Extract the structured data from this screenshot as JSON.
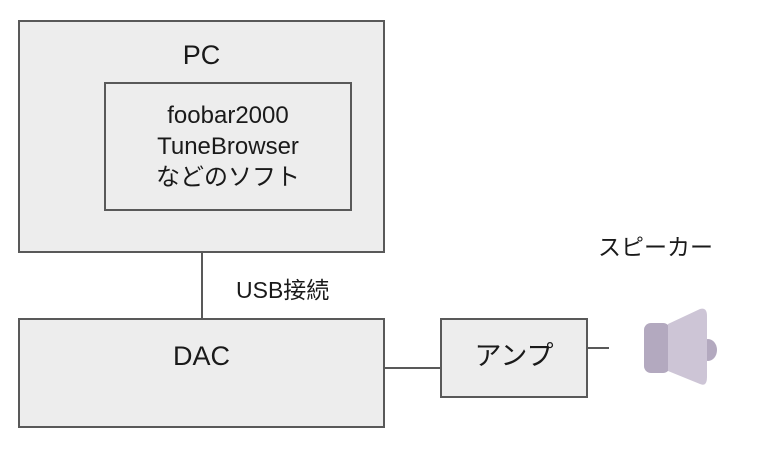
{
  "diagram": {
    "title": "PC to DAC to Amp to Speaker audio chain",
    "colors": {
      "box_fill": "#ededed",
      "box_border": "#595959",
      "text": "#1a1a1a",
      "connector": "#595959",
      "speaker_body": "#b3a9bf",
      "speaker_cone": "#cdc5d6",
      "background": "#ffffff"
    },
    "nodes": {
      "pc": {
        "label": "PC",
        "software": {
          "lines": [
            "foobar2000",
            "TuneBrowser",
            "などのソフト"
          ]
        }
      },
      "dac": {
        "label": "DAC"
      },
      "amp": {
        "label": "アンプ"
      },
      "speaker": {
        "label": "スピーカー",
        "icon": "speaker-icon"
      }
    },
    "connections": [
      {
        "from": "pc",
        "to": "dac",
        "label": "USB接続",
        "orientation": "vertical"
      },
      {
        "from": "dac",
        "to": "amp",
        "label": "",
        "orientation": "horizontal"
      },
      {
        "from": "amp",
        "to": "speaker",
        "label": "",
        "orientation": "horizontal"
      }
    ]
  }
}
